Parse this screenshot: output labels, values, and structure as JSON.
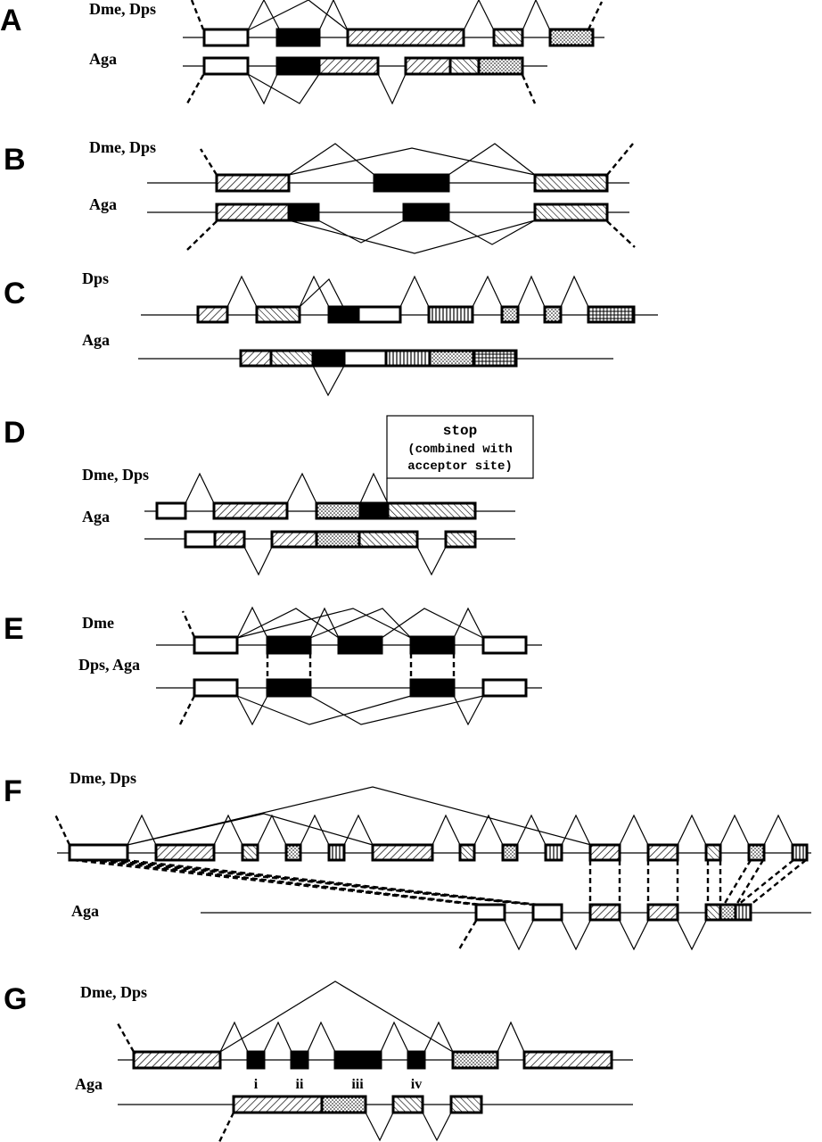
{
  "figure": {
    "panels": [
      {
        "id": "A",
        "letter": "A",
        "top_label": "Dme, Dps",
        "bottom_label": "Aga"
      },
      {
        "id": "B",
        "letter": "B",
        "top_label": "Dme, Dps",
        "bottom_label": "Aga"
      },
      {
        "id": "C",
        "letter": "C",
        "top_label": "Dps",
        "bottom_label": "Aga"
      },
      {
        "id": "D",
        "letter": "D",
        "top_label": "Dme, Dps",
        "bottom_label": "Aga",
        "callout": {
          "line1": "stop",
          "line2": "(combined with",
          "line3": "acceptor site)"
        }
      },
      {
        "id": "E",
        "letter": "E",
        "top_label": "Dme",
        "bottom_label": "Dps, Aga"
      },
      {
        "id": "F",
        "letter": "F",
        "top_label": "Dme, Dps",
        "bottom_label": "Aga"
      },
      {
        "id": "G",
        "letter": "G",
        "top_label": "Dme,  Dps",
        "bottom_label": "Aga",
        "exon_numerals": [
          "i",
          "ii",
          "iii",
          "iv"
        ]
      }
    ]
  },
  "colors": {
    "ink": "#000000",
    "paper": "#ffffff"
  }
}
